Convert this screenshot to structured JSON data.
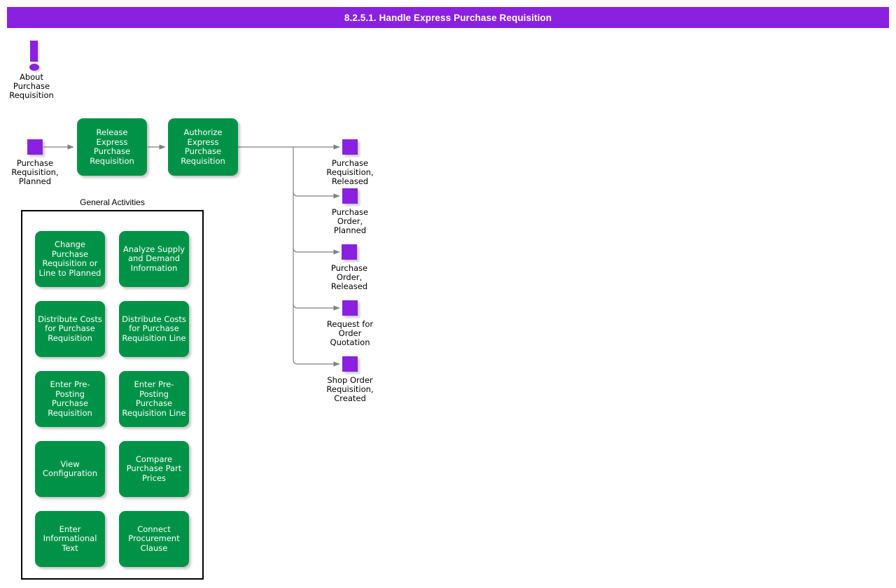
{
  "header": {
    "title": "8.2.5.1. Handle Express Purchase Requisition",
    "bg_color": "#8A20E0",
    "text_color": "#FFFFFF"
  },
  "colors": {
    "purple": "#8A20E0",
    "green": "#009347",
    "connector": "#808080",
    "border": "#000000",
    "background": "#FFFFFF"
  },
  "about": {
    "icon": "exclamation-icon",
    "label": "About\nPurchase\nRequisition"
  },
  "flow": {
    "input_state": {
      "icon": "state-square",
      "label": "Purchase\nRequisition,\nPlanned"
    },
    "activities": [
      {
        "label": "Release Express\nPurchase\nRequisition"
      },
      {
        "label": "Authorize\nExpress\nPurchase\nRequisition"
      }
    ],
    "output_states": [
      {
        "icon": "state-square",
        "label": "Purchase\nRequisition,\nReleased"
      },
      {
        "icon": "state-square",
        "label": "Purchase\nOrder,\nPlanned"
      },
      {
        "icon": "state-square",
        "label": "Purchase\nOrder,\nReleased"
      },
      {
        "icon": "state-square",
        "label": "Request for\nOrder\nQuotation"
      },
      {
        "icon": "state-square",
        "label": "Shop Order\nRequisition,\nCreated"
      }
    ]
  },
  "general_activities": {
    "title": "General Activities",
    "items": [
      {
        "label": "Change\nPurchase\nRequisition or\nLine to Planned"
      },
      {
        "label": "Analyze Supply\nand Demand\nInformation"
      },
      {
        "label": "Distribute Costs\nfor Purchase\nRequisition"
      },
      {
        "label": "Distribute Costs\nfor Purchase\nRequisition Line"
      },
      {
        "label": "Enter Pre-\nPosting\nPurchase\nRequisition"
      },
      {
        "label": "Enter Pre-\nPosting\nPurchase\nRequisition Line"
      },
      {
        "label": "View\nConfiguration"
      },
      {
        "label": "Compare\nPurchase Part\nPrices"
      },
      {
        "label": "Enter\nInformational\nText"
      },
      {
        "label": "Connect\nProcurement\nClause"
      }
    ]
  }
}
